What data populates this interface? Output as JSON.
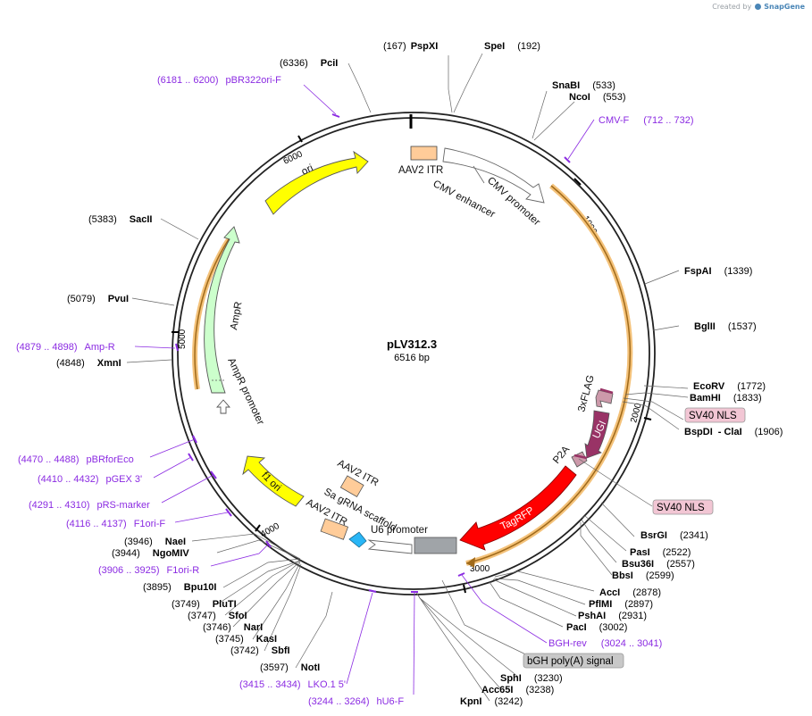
{
  "credit": {
    "prefix": "Created by",
    "brand": "SnapGene"
  },
  "plasmid": {
    "name": "pLV312.3",
    "length": "6516 bp"
  },
  "ticks": [
    "1000",
    "2000",
    "3000",
    "4000",
    "5000",
    "6000"
  ],
  "enzymes_right": [
    {
      "name": "PspXI",
      "pos": "(167)"
    },
    {
      "name": "SpeI",
      "pos": "(192)"
    },
    {
      "name": "SnaBI",
      "pos": "(533)"
    },
    {
      "name": "NcoI",
      "pos": "(553)"
    },
    {
      "name": "FspAI",
      "pos": "(1339)"
    },
    {
      "name": "BglII",
      "pos": "(1537)"
    },
    {
      "name": "EcoRV",
      "pos": "(1772)"
    },
    {
      "name": "BamHI",
      "pos": "(1833)"
    },
    {
      "name": "BspDI",
      "name2": "ClaI",
      "pos": "(1906)"
    },
    {
      "name": "BsrGI",
      "pos": "(2341)"
    },
    {
      "name": "PasI",
      "pos": "(2522)"
    },
    {
      "name": "Bsu36I",
      "pos": "(2557)"
    },
    {
      "name": "BbsI",
      "pos": "(2599)"
    },
    {
      "name": "AccI",
      "pos": "(2878)"
    },
    {
      "name": "PflMI",
      "pos": "(2897)"
    },
    {
      "name": "PshAI",
      "pos": "(2931)"
    },
    {
      "name": "PacI",
      "pos": "(3002)"
    },
    {
      "name": "SphI",
      "pos": "(3230)"
    },
    {
      "name": "Acc65I",
      "pos": "(3238)"
    },
    {
      "name": "KpnI",
      "pos": "(3242)"
    }
  ],
  "enzymes_left": [
    {
      "name": "PciI",
      "pos": "(6336)"
    },
    {
      "name": "SacII",
      "pos": "(5383)"
    },
    {
      "name": "PvuI",
      "pos": "(5079)"
    },
    {
      "name": "XmnI",
      "pos": "(4848)"
    },
    {
      "name": "NaeI",
      "pos": "(3946)"
    },
    {
      "name": "NgoMIV",
      "pos": "(3944)"
    },
    {
      "name": "Bpu10I",
      "pos": "(3895)"
    },
    {
      "name": "PluTI",
      "pos": "(3749)"
    },
    {
      "name": "SfoI",
      "pos": "(3747)"
    },
    {
      "name": "NarI",
      "pos": "(3746)"
    },
    {
      "name": "KasI",
      "pos": "(3745)"
    },
    {
      "name": "SbfI",
      "pos": "(3742)"
    },
    {
      "name": "NotI",
      "pos": "(3597)"
    }
  ],
  "primers": [
    {
      "range": "(6181 .. 6200)",
      "name": "pBR322ori-F"
    },
    {
      "range": "(712 .. 732)",
      "name": "CMV-F"
    },
    {
      "range": "(4879 .. 4898)",
      "name": "Amp-R"
    },
    {
      "range": "(4470 .. 4488)",
      "name": "pBRforEco"
    },
    {
      "range": "(4410 .. 4432)",
      "name": "pGEX 3'"
    },
    {
      "range": "(4291 .. 4310)",
      "name": "pRS-marker"
    },
    {
      "range": "(4116 .. 4137)",
      "name": "F1ori-F"
    },
    {
      "range": "(3906 .. 3925)",
      "name": "F1ori-R"
    },
    {
      "range": "(3415 .. 3434)",
      "name": "LKO.1 5'"
    },
    {
      "range": "(3244 .. 3264)",
      "name": "hU6-F"
    },
    {
      "range": "(3024 .. 3041)",
      "name": "BGH-rev"
    }
  ],
  "boxed_features": {
    "sv40_nls_1": "SV40 NLS",
    "sv40_nls_2": "SV40 NLS",
    "bgh": "bGH poly(A) signal"
  },
  "features": {
    "aav2_itr_top": "AAV2 ITR",
    "cmv_enhancer": "CMV enhancer",
    "cmv_promoter": "CMV promoter",
    "ori": "ori",
    "ampr": "AmpR",
    "ampr_promoter": "AmpR promoter",
    "f1_ori": "f1 ori",
    "aav2_itr_inner": "AAV2 ITR",
    "sa_grna": "Sa gRNA scaffold",
    "aav2_itr_low": "AAV2 ITR",
    "u6_promoter": "U6 promoter",
    "flag": "3xFLAG",
    "ugi": "UGI",
    "p2a": "P2A",
    "tagrfp": "TagRFP"
  },
  "colors": {
    "orf_halo": "#f4c27a",
    "orf_line": "#a06a1a",
    "primer": "#8b2be2",
    "ori": "#ffff00",
    "ampr": "#ccffcc",
    "tagrfp": "#ff0000",
    "ugi": "#993366",
    "itr": "#ffcc99",
    "u6": "#a0a4a8",
    "sv40_box": "#f2c6d4"
  }
}
